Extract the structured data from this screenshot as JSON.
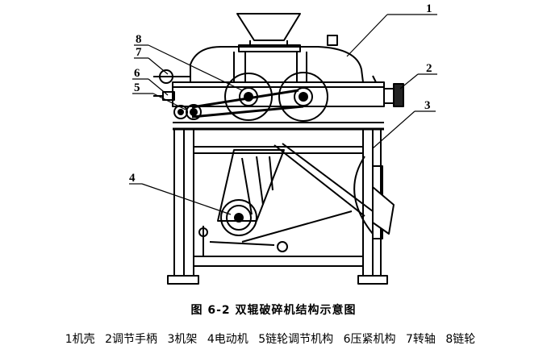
{
  "figure": {
    "title": "图 6-2    双辊破碎机结构示意图",
    "labels": [
      "1",
      "2",
      "3",
      "4",
      "5",
      "6",
      "7",
      "8"
    ],
    "legend": [
      "1机壳",
      "2调节手柄",
      "3机架",
      "4电动机",
      "5链轮调节机构",
      "6压紧机构",
      "7转轴",
      "8链轮"
    ]
  }
}
